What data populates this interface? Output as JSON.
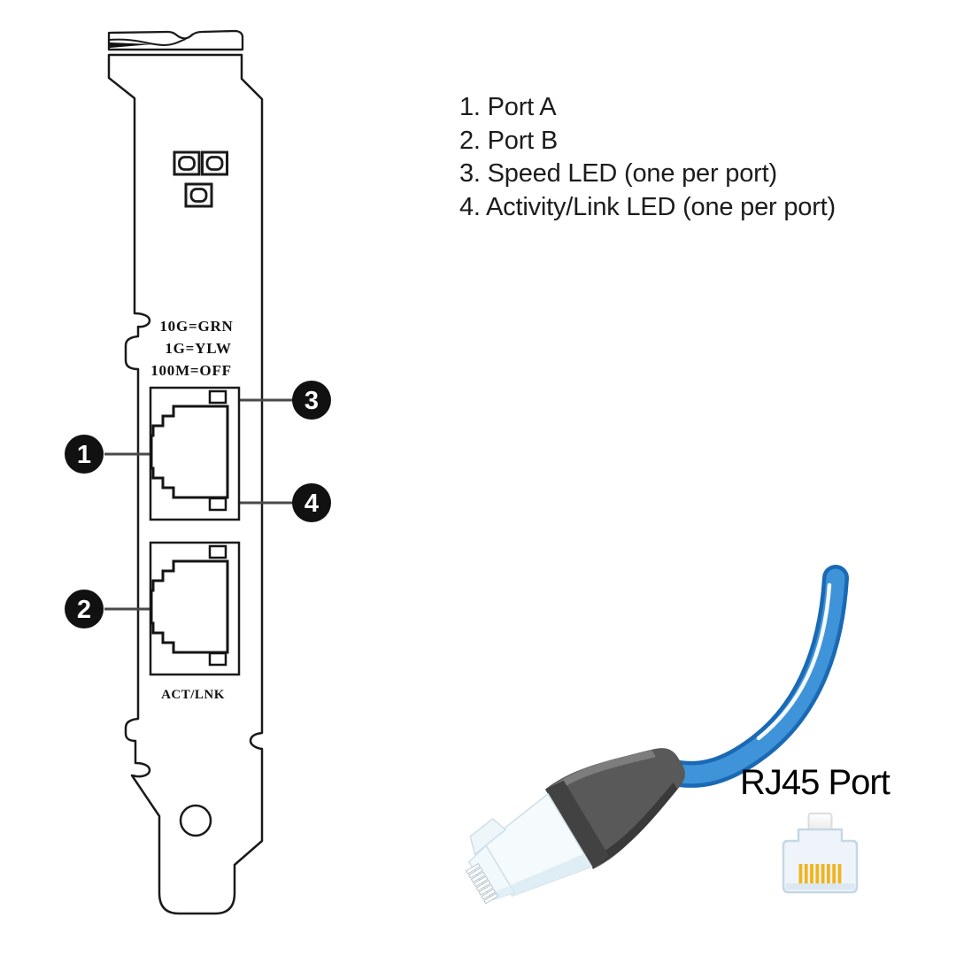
{
  "legend": {
    "items": [
      "1. Port A",
      "2. Port B",
      "3. Speed LED (one per port)",
      "4. Activity/Link LED (one per port)"
    ]
  },
  "bracket": {
    "speed_led_key": [
      "10G=GRN",
      "1G=YLW",
      "100M=OFF"
    ],
    "activity_label": "ACT/LNK",
    "callouts": [
      "1",
      "2",
      "3",
      "4"
    ]
  },
  "cable": {
    "label": "RJ45 Port"
  },
  "colors": {
    "outline": "#1a1a1a",
    "callout": "#111111",
    "line": "#4a4a4a",
    "cable_dark": "#1a69b5",
    "cable_mid": "#3f93d8",
    "cable_highlight": "#ffffff",
    "boot_gray": "#595959",
    "connector_white": "#f5fafc",
    "pin_gold": "#f0b41e",
    "icon_fill": "#eef4f9",
    "icon_border": "#c6d7e6"
  }
}
